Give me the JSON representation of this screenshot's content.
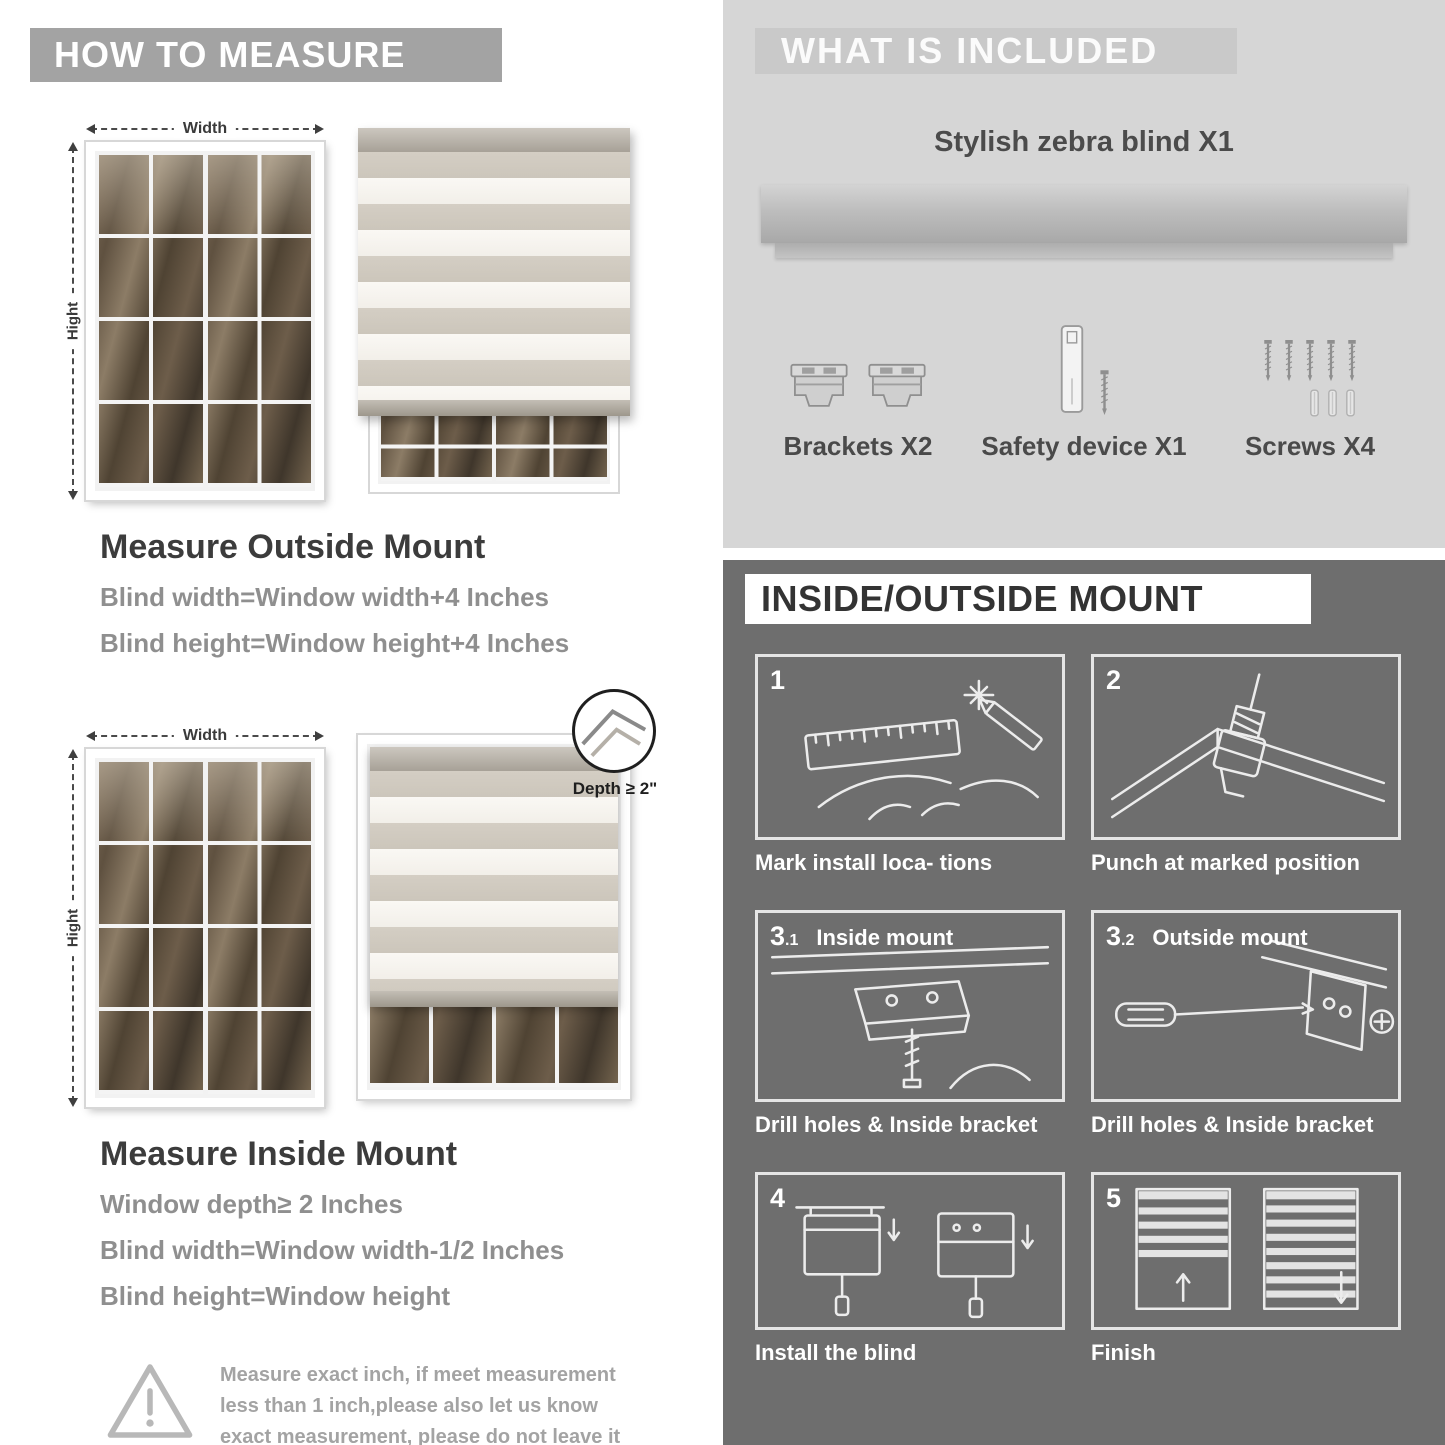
{
  "measure": {
    "banner": "HOW TO MEASURE",
    "width_label": "Width",
    "height_label": "Hight",
    "outside": {
      "heading": "Measure Outside Mount",
      "lines": [
        "Blind width=Window width+4 Inches",
        "Blind height=Window height+4 Inches"
      ]
    },
    "inside": {
      "depth_label": "Depth ≥ 2\"",
      "heading": "Measure Inside Mount",
      "lines": [
        "Window depth≥ 2 Inches",
        "Blind width=Window width-1/2 Inches",
        "Blind height=Window height"
      ]
    },
    "warning_text": "Measure exact inch, if meet measurement less than 1 inch,please also let us know exact measurement, please do not leave it"
  },
  "included": {
    "banner": "WHAT IS INCLUDED",
    "product": "Stylish zebra blind X1",
    "items": [
      {
        "icon": "bracket-icon",
        "label": "Brackets X2"
      },
      {
        "icon": "safety-device-icon",
        "label": "Safety device X1"
      },
      {
        "icon": "screw-icon",
        "label": "Screws X4"
      }
    ]
  },
  "mount": {
    "banner": "INSIDE/OUTSIDE MOUNT",
    "steps": [
      {
        "num": "1",
        "sub": "",
        "title": "",
        "caption": "Mark install loca- tions"
      },
      {
        "num": "2",
        "sub": "",
        "title": "",
        "caption": "Punch at  marked position"
      },
      {
        "num": "3",
        "sub": ".1",
        "title": "Inside mount",
        "caption": "Drill holes &  Inside bracket"
      },
      {
        "num": "3",
        "sub": ".2",
        "title": "Outside mount",
        "caption": "Drill holes &  Inside bracket"
      },
      {
        "num": "4",
        "sub": "",
        "title": "",
        "caption": "Install the blind"
      },
      {
        "num": "5",
        "sub": "",
        "title": "",
        "caption": "Finish"
      }
    ]
  },
  "colors": {
    "banner_gray": "#a3a3a3",
    "panel_light": "#d6d6d6",
    "panel_dark": "#6e6e6e",
    "heading_dark": "#3c3c3c",
    "body_gray": "#8f8f8f"
  }
}
